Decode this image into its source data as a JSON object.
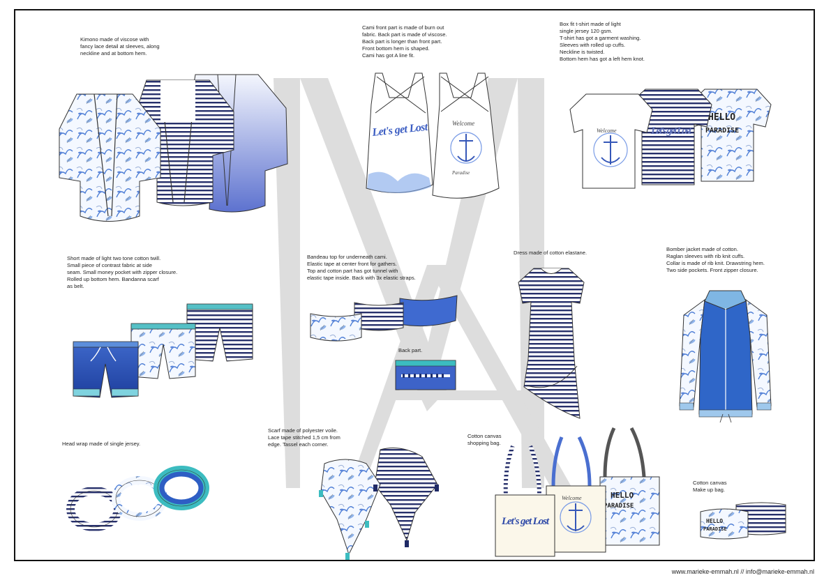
{
  "notes": {
    "kimono": "Kimono made of viscose with\nfancy lace detail at sleeves, along\nneckline and at bottom hem.",
    "cami": "Cami front part is made of burn out\nfabric. Back part is made of  viscose.\nBack part is longer than front part.\nFront bottom hem is shaped.\nCami has got  A line fit.",
    "tshirt": "Box fit t-shirt made of light\nsingle jersey 120 gsm.\nT-shirt has got a garment washing.\nSleeves with rolled up cuffs.\nNeckline is twisted.\nBottom hem has got a left hem knot.",
    "shorts": "Short made of light two tone cotton twill.\nSmall piece of contrast fabric at side\nseam. Small money pocket with zipper closure.\nRolled up bottom hem. Bandanna scarf\nas belt.",
    "bandeau": "Bandeau top for underneath cami.\nElastic tape at center front for gathers.\nTop and cotton part has got tunnel with\nelastic tape inside. Back with 3x elastic straps.",
    "back_part": "Back part.",
    "dress": "Dress made of cotton elastane.",
    "bomber": "Bomber jacket made of  cotton.\nRaglan sleeves with rib knit cuffs.\nCollar is made of rib knit. Drawstring hem.\nTwo side pockets. Front zipper closure.",
    "headwrap": "Head wrap made of single jersey.",
    "scarf": "Scarf made of polyester voile.\nLace tape stitched 1,5 cm from\nedge. Tassel each corner.",
    "bag": "Cotton canvas\nshopping bag.",
    "makeup": "Cotton canvas\nMake up bag."
  },
  "prints": {
    "lets_get_lost": "Let's get Lost",
    "welcome": "Welcome",
    "paradise": "Paradise",
    "hello": "HELLO",
    "paradise_caps": "PARADISE"
  },
  "footer": {
    "website": "www.marieke-emmah.nl",
    "separator": " // ",
    "email": "info@marieke-emmah.nl"
  },
  "colors": {
    "royal_blue": "#2f5fc0",
    "light_blue": "#9fc0ec",
    "teal": "#3cbcc0",
    "navy": "#27306b",
    "watermark_grey": "#d9d9d9"
  }
}
